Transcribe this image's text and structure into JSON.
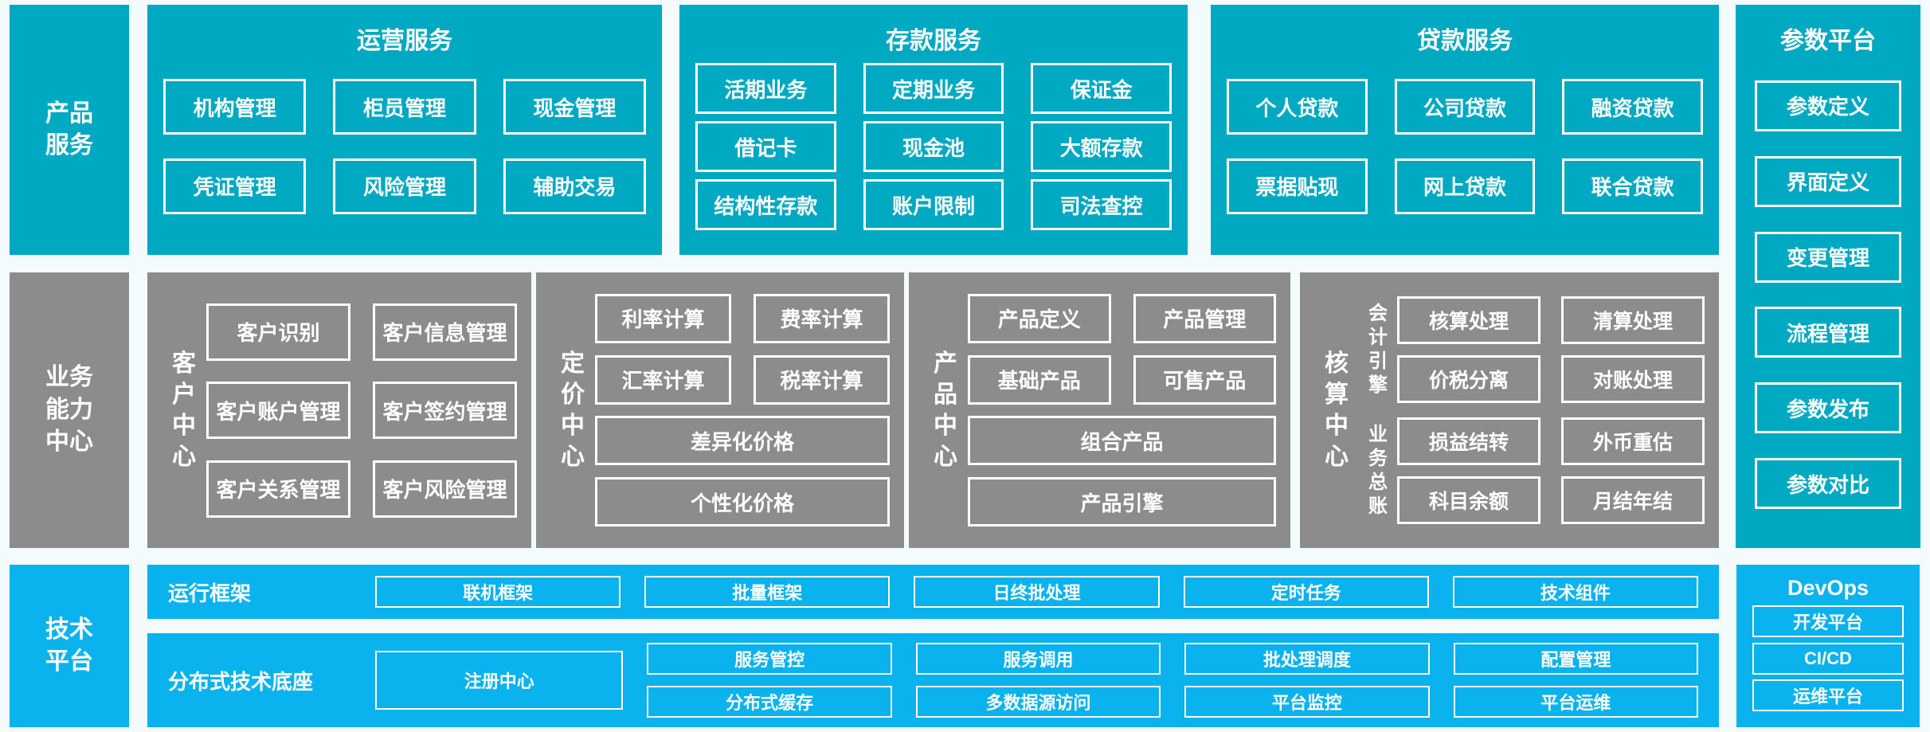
{
  "colors": {
    "teal": "#00a9c2",
    "blue": "#0ab3ee",
    "gray": "#8c8c8c",
    "background": "#f3fbfc",
    "box_border": "#ffffff"
  },
  "side": {
    "product": "产品\n服务",
    "business": "业务\n能力\n中心",
    "tech": "技术\n平台"
  },
  "top": {
    "operation": {
      "title": "运营服务",
      "items": [
        "机构管理",
        "柜员管理",
        "现金管理",
        "凭证管理",
        "风险管理",
        "辅助交易"
      ]
    },
    "deposit": {
      "title": "存款服务",
      "items": [
        "活期业务",
        "定期业务",
        "保证金",
        "借记卡",
        "现金池",
        "大额存款",
        "结构性存款",
        "账户限制",
        "司法查控"
      ]
    },
    "loan": {
      "title": "贷款服务",
      "items": [
        "个人贷款",
        "公司贷款",
        "融资贷款",
        "票据贴现",
        "网上贷款",
        "联合贷款"
      ]
    }
  },
  "param": {
    "title": "参数平台",
    "items": [
      "参数定义",
      "界面定义",
      "变更管理",
      "流程管理",
      "参数发布",
      "参数对比"
    ]
  },
  "centers": {
    "customer": {
      "label": "客\n户\n中\n心",
      "items": [
        "客户识别",
        "客户信息管理",
        "客户账户管理",
        "客户签约管理",
        "客户关系管理",
        "客户风险管理"
      ]
    },
    "pricing": {
      "label": "定\n价\n中\n心",
      "items": [
        "利率计算",
        "费率计算",
        "汇率计算",
        "税率计算"
      ],
      "wide": [
        "差异化价格",
        "个性化价格"
      ]
    },
    "product": {
      "label": "产\n品\n中\n心",
      "items": [
        "产品定义",
        "产品管理",
        "基础产品",
        "可售产品"
      ],
      "wide": [
        "组合产品",
        "产品引擎"
      ]
    },
    "accounting": {
      "label": "核\n算\n中\n心",
      "groups": [
        {
          "label": "会\n计\n引\n擎",
          "items": [
            "核算处理",
            "清算处理",
            "价税分离",
            "对账处理"
          ]
        },
        {
          "label": "业\n务\n总\n账",
          "items": [
            "损益结转",
            "外币重估",
            "科目余额",
            "月结年结"
          ]
        }
      ]
    }
  },
  "tech": {
    "runtime": {
      "label": "运行框架",
      "items": [
        "联机框架",
        "批量框架",
        "日终批处理",
        "定时任务",
        "技术组件"
      ]
    },
    "distributed": {
      "label": "分布式技术底座",
      "registry": "注册中心",
      "grid": [
        [
          "服务管控",
          "分布式缓存"
        ],
        [
          "服务调用",
          "多数据源访问"
        ],
        [
          "批处理调度",
          "平台监控"
        ],
        [
          "配置管理",
          "平台运维"
        ]
      ]
    },
    "devops": {
      "title": "DevOps",
      "items": [
        "开发平台",
        "CI/CD",
        "运维平台"
      ]
    }
  }
}
